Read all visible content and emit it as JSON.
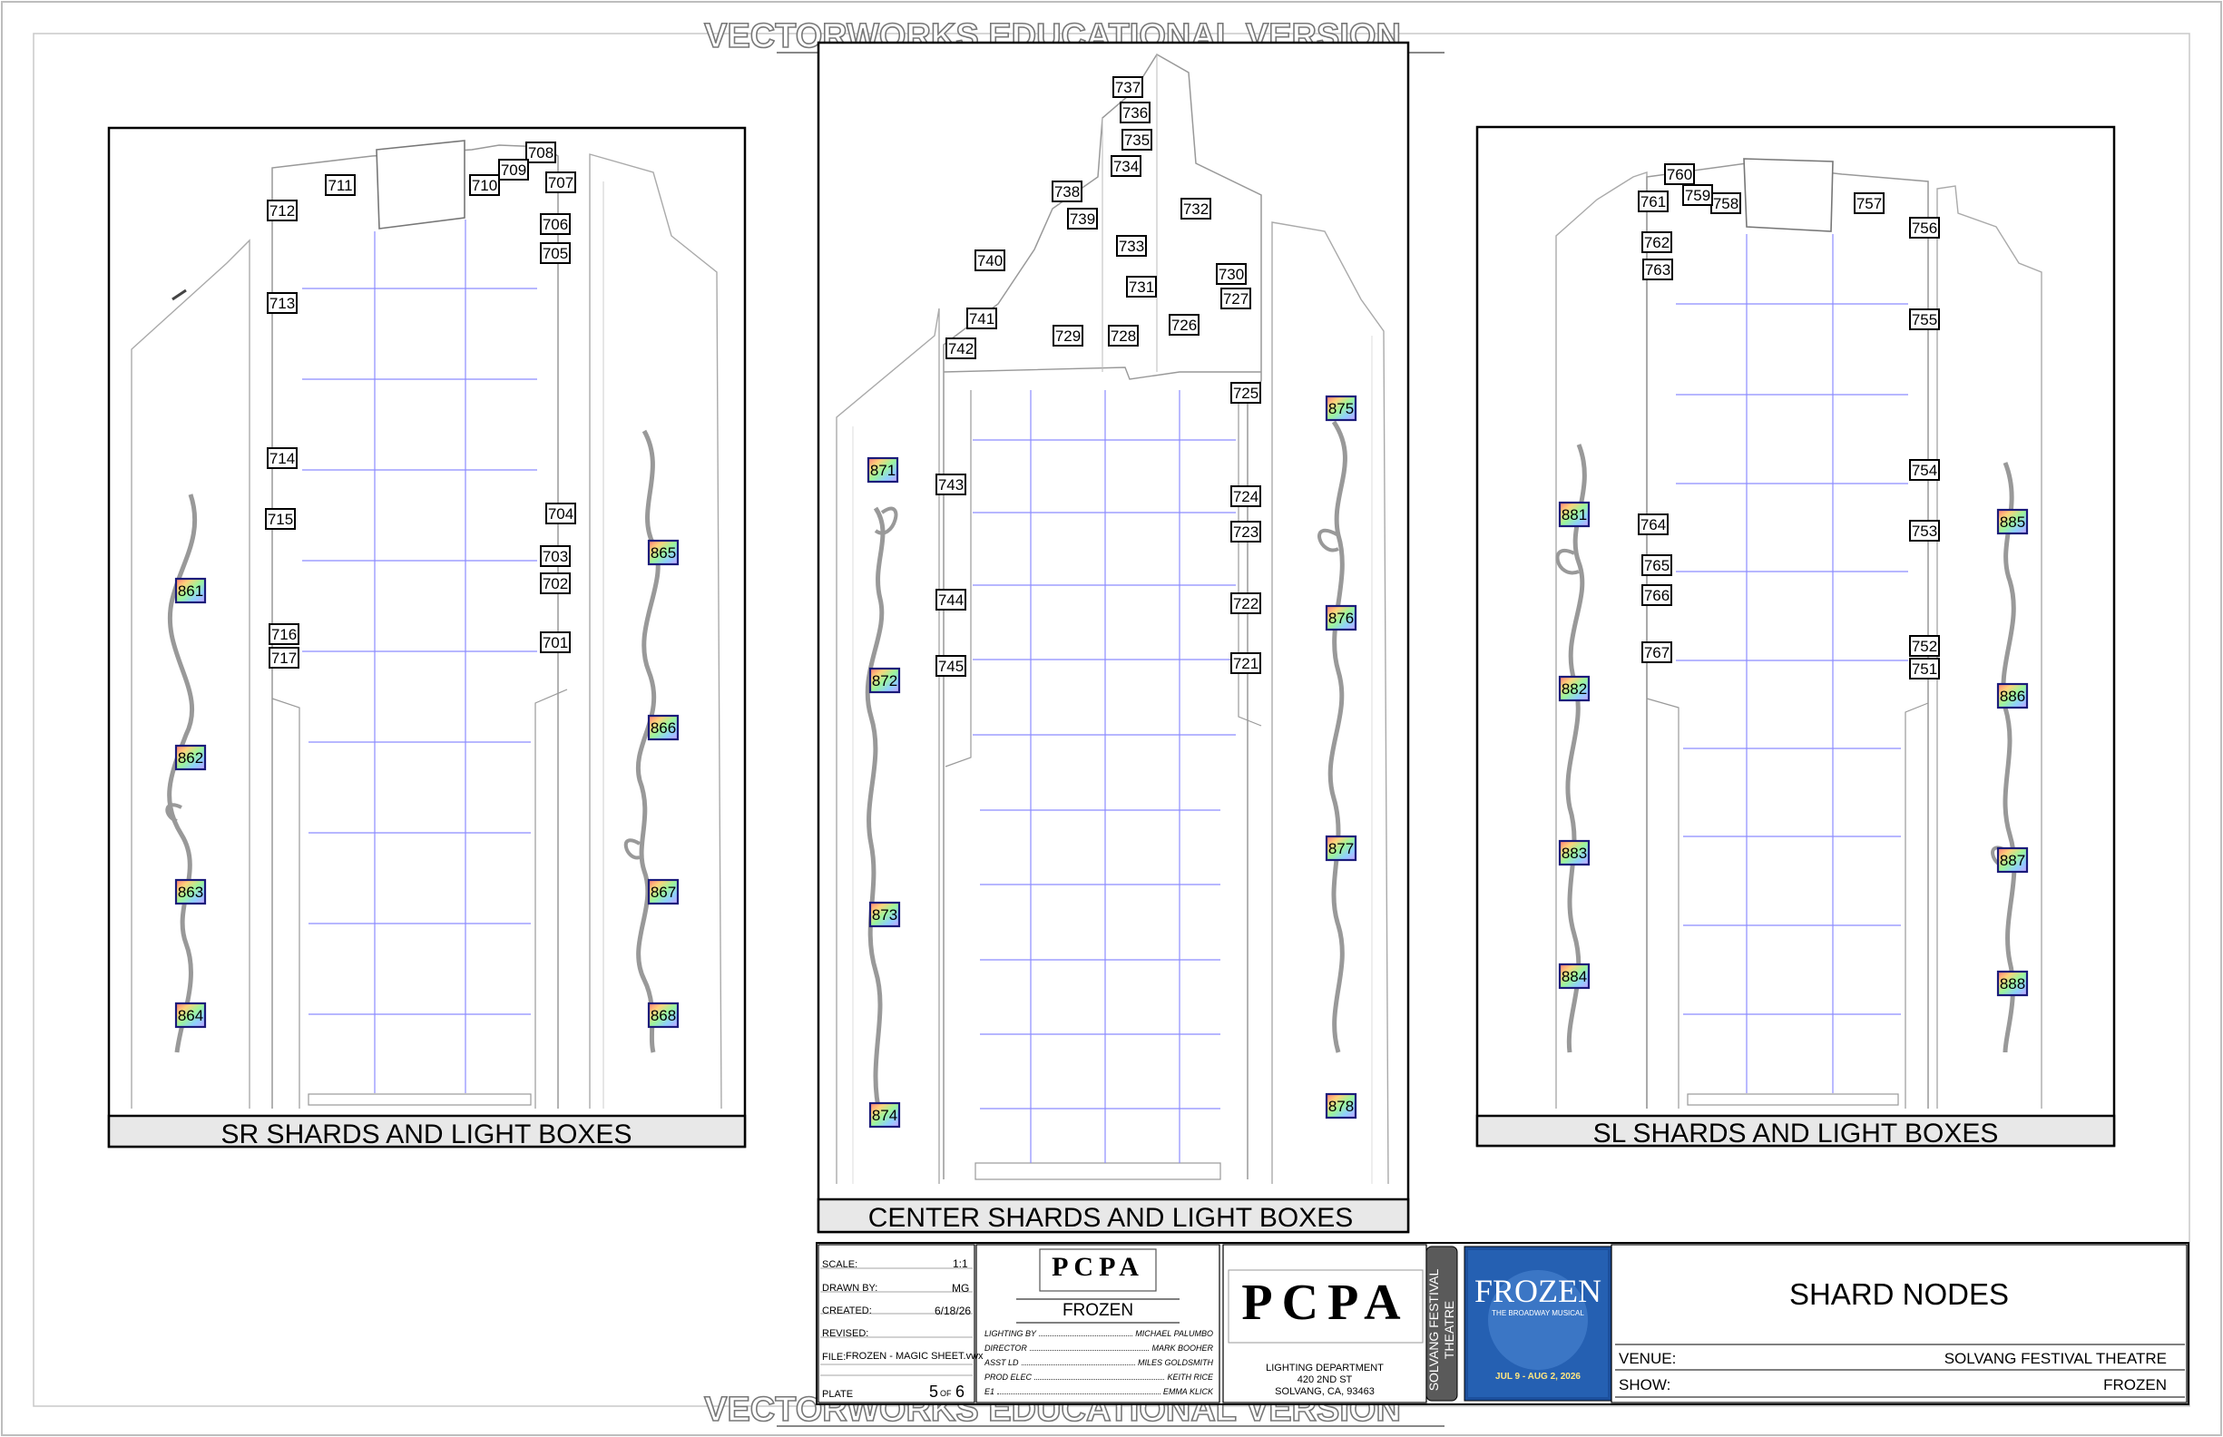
{
  "watermark": "VECTORWORKS EDUCATIONAL VERSION",
  "panels": {
    "sr": {
      "title": "SR SHARDS AND LIGHT BOXES"
    },
    "center": {
      "title": "CENTER SHARDS AND LIGHT BOXES"
    },
    "sl": {
      "title": "SL SHARDS AND LIGHT BOXES"
    }
  },
  "nodes": {
    "sr": [
      "701",
      "702",
      "703",
      "704",
      "705",
      "706",
      "707",
      "708",
      "709",
      "710",
      "711",
      "712",
      "713",
      "714",
      "715",
      "716",
      "717"
    ],
    "center": [
      "721",
      "722",
      "723",
      "724",
      "725",
      "726",
      "727",
      "728",
      "729",
      "730",
      "731",
      "732",
      "733",
      "734",
      "735",
      "736",
      "737",
      "738",
      "739",
      "740",
      "741",
      "742",
      "743",
      "744",
      "745"
    ],
    "sl": [
      "751",
      "752",
      "753",
      "754",
      "755",
      "756",
      "757",
      "758",
      "759",
      "760",
      "761",
      "762",
      "763",
      "764",
      "765",
      "766",
      "767"
    ]
  },
  "light_boxes": {
    "sr": [
      "861",
      "862",
      "863",
      "864",
      "865",
      "866",
      "867",
      "868"
    ],
    "center": [
      "871",
      "872",
      "873",
      "874",
      "875",
      "876",
      "877",
      "878"
    ],
    "sl": [
      "881",
      "882",
      "883",
      "884",
      "885",
      "886",
      "887",
      "888"
    ]
  },
  "title_block": {
    "scale_label": "SCALE:",
    "scale_value": "1:1",
    "drawn_label": "DRAWN BY:",
    "drawn_value": "MG",
    "created_label": "CREATED:",
    "created_value": "6/18/26",
    "revised_label": "REVISED:",
    "revised_value": "",
    "file_label": "FILE:",
    "file_value": "FROZEN - MAGIC SHEET.vwx",
    "plate_label": "PLATE",
    "plate_num": "5",
    "plate_of": "OF",
    "plate_total": "6",
    "logo_text": "PCPA",
    "show_name": "FROZEN",
    "credits": [
      {
        "role": "LIGHTING BY",
        "name": "MICHAEL PALUMBO"
      },
      {
        "role": "DIRECTOR",
        "name": "MARK BOOHER"
      },
      {
        "role": "ASST LD",
        "name": "MILES GOLDSMITH"
      },
      {
        "role": "PROD ELEC",
        "name": "KEITH RICE"
      },
      {
        "role": "E1",
        "name": "EMMA KLICK"
      }
    ],
    "dept_line1": "LIGHTING DEPARTMENT",
    "dept_line2": "420 2ND ST",
    "dept_line3": "SOLVANG, CA, 93463",
    "vertical_text": "SOLVANG FESTIVAL THEATRE",
    "poster_title": "FROZEN",
    "poster_sub": "THE BROADWAY MUSICAL",
    "poster_dates": "JUL 9 - AUG 2, 2026",
    "sheet_title": "SHARD NODES",
    "venue_label": "VENUE:",
    "venue_value": "SOLVANG FESTIVAL THEATRE",
    "show_label": "SHOW:",
    "show_value": "FROZEN"
  }
}
